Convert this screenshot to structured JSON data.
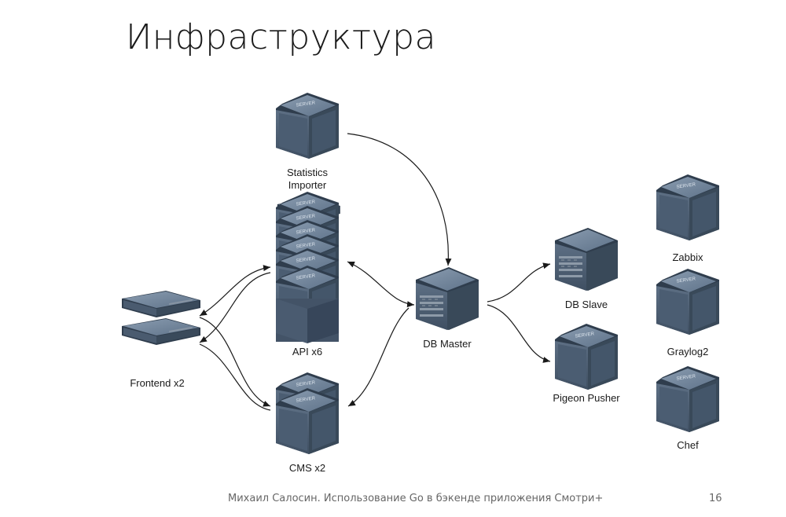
{
  "title": "Инфраструктура",
  "nodes": {
    "statistics_importer": "Statistics Importer",
    "api": "API x6",
    "cms": "CMS x2",
    "frontend": "Frontend x2",
    "db_master": "DB Master",
    "db_slave": "DB Slave",
    "pigeon_pusher": "Pigeon Pusher",
    "zabbix": "Zabbix",
    "graylog": "Graylog2",
    "chef": "Chef"
  },
  "server_stamp": "SERVER",
  "footer": {
    "text": "Михаил Салосин.  Использование Go в бэкенде приложения  Смотри+",
    "page": "16"
  },
  "colors": {
    "server_top": "#6e8399",
    "server_side": "#3d4e61",
    "server_front": "#536478",
    "connector": "#1a1a1a"
  }
}
